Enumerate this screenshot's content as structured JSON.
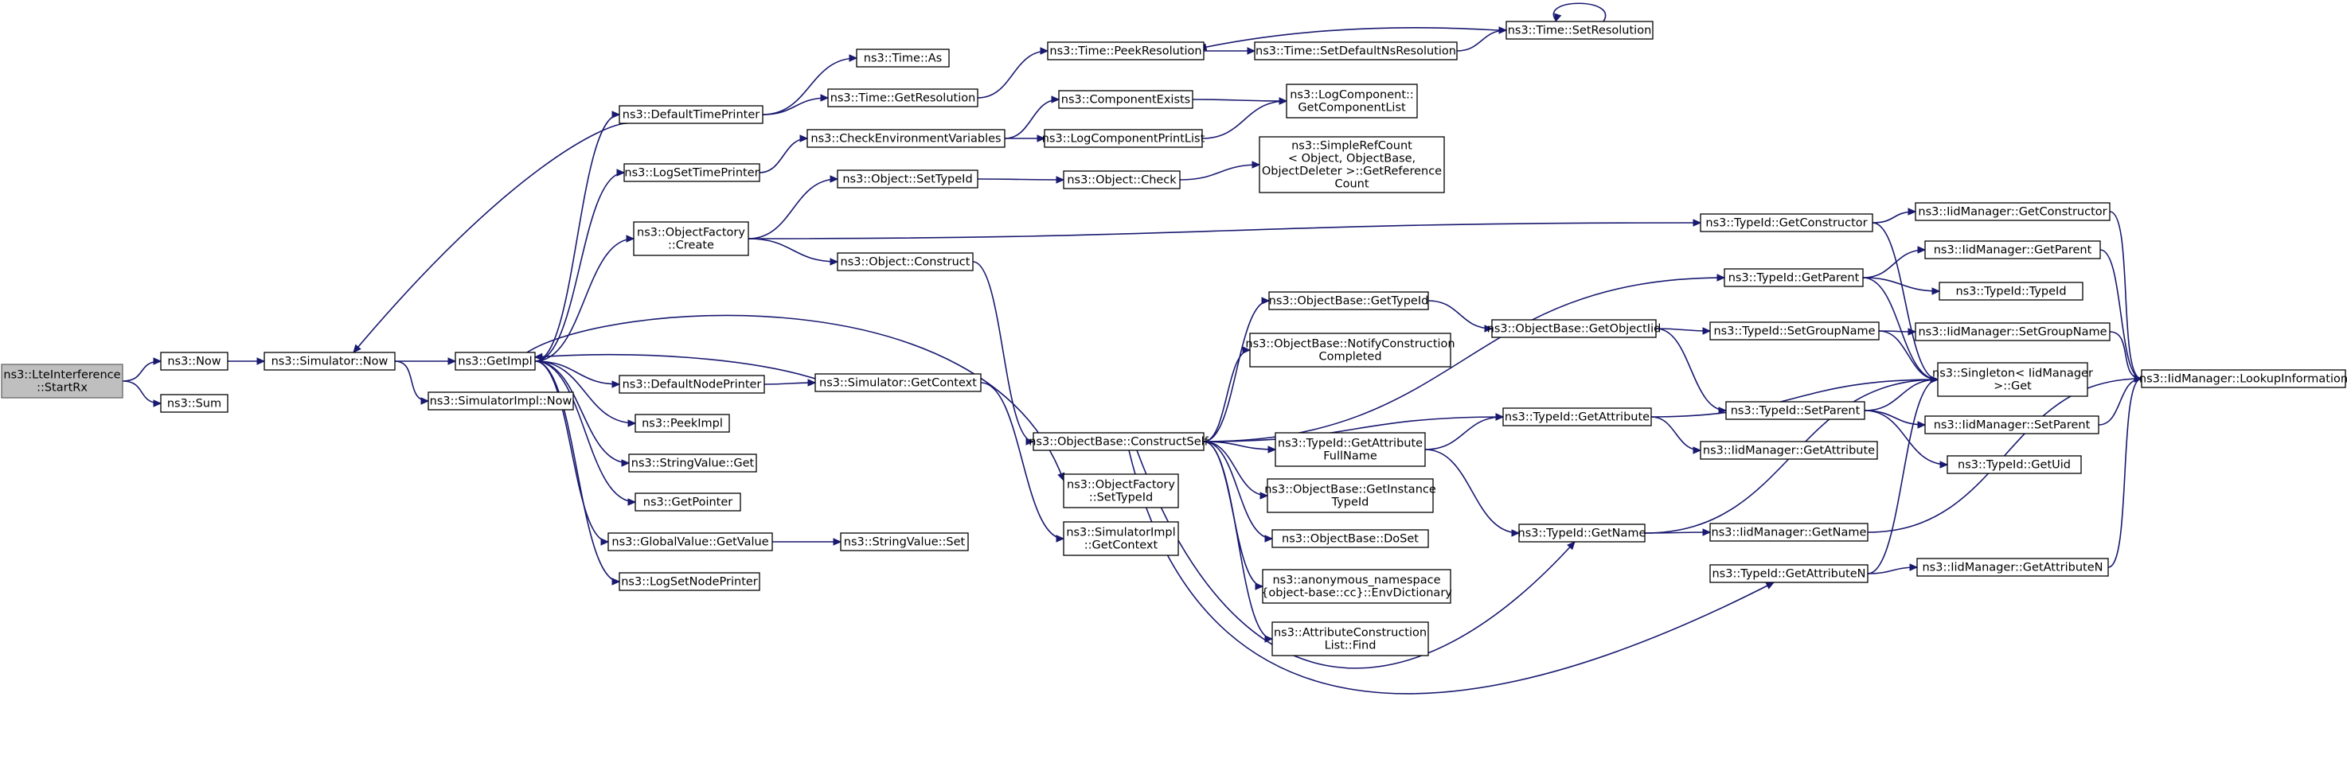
{
  "graph": {
    "kind": "doxygen-call-graph",
    "edge_color": "#191970",
    "root_fill": "#bfbfbf",
    "node_fill": "#ffffff",
    "nodes": [
      {
        "id": "startrx",
        "lines": [
          "ns3::LteInterference",
          "::StartRx"
        ],
        "root": true
      },
      {
        "id": "now",
        "lines": [
          "ns3::Now"
        ]
      },
      {
        "id": "sum",
        "lines": [
          "ns3::Sum"
        ]
      },
      {
        "id": "sim_now",
        "lines": [
          "ns3::Simulator::Now"
        ]
      },
      {
        "id": "getimpl",
        "lines": [
          "ns3::GetImpl"
        ]
      },
      {
        "id": "simimpl_now",
        "lines": [
          "ns3::SimulatorImpl::Now"
        ]
      },
      {
        "id": "defaulttimeprinter",
        "lines": [
          "ns3::DefaultTimePrinter"
        ]
      },
      {
        "id": "logsettimeprinter",
        "lines": [
          "ns3::LogSetTimePrinter"
        ]
      },
      {
        "id": "objfactory_create",
        "lines": [
          "ns3::ObjectFactory",
          "::Create"
        ]
      },
      {
        "id": "defaultnodeprinter",
        "lines": [
          "ns3::DefaultNodePrinter"
        ]
      },
      {
        "id": "peekimpl",
        "lines": [
          "ns3::PeekImpl"
        ]
      },
      {
        "id": "stringvalue_get",
        "lines": [
          "ns3::StringValue::Get"
        ]
      },
      {
        "id": "getpointer",
        "lines": [
          "ns3::GetPointer"
        ]
      },
      {
        "id": "globalvalue_getvalue",
        "lines": [
          "ns3::GlobalValue::GetValue"
        ]
      },
      {
        "id": "logsetnodeprinter",
        "lines": [
          "ns3::LogSetNodePrinter"
        ]
      },
      {
        "id": "time_as",
        "lines": [
          "ns3::Time::As"
        ]
      },
      {
        "id": "time_getresolution",
        "lines": [
          "ns3::Time::GetResolution"
        ]
      },
      {
        "id": "checkenv",
        "lines": [
          "ns3::CheckEnvironmentVariables"
        ]
      },
      {
        "id": "object_settypeid",
        "lines": [
          "ns3::Object::SetTypeId"
        ]
      },
      {
        "id": "object_construct",
        "lines": [
          "ns3::Object::Construct"
        ]
      },
      {
        "id": "sim_getcontext",
        "lines": [
          "ns3::Simulator::GetContext"
        ]
      },
      {
        "id": "stringvalue_set",
        "lines": [
          "ns3::StringValue::Set"
        ]
      },
      {
        "id": "time_peekresolution",
        "lines": [
          "ns3::Time::PeekResolution"
        ]
      },
      {
        "id": "componentexists",
        "lines": [
          "ns3::ComponentExists"
        ]
      },
      {
        "id": "logcomponentprintlist",
        "lines": [
          "ns3::LogComponentPrintList"
        ]
      },
      {
        "id": "object_check",
        "lines": [
          "ns3::Object::Check"
        ]
      },
      {
        "id": "objectbase_constructself",
        "lines": [
          "ns3::ObjectBase::ConstructSelf"
        ]
      },
      {
        "id": "objfactory_settypeid",
        "lines": [
          "ns3::ObjectFactory",
          "::SetTypeId"
        ]
      },
      {
        "id": "simimpl_getcontext",
        "lines": [
          "ns3::SimulatorImpl",
          "::GetContext"
        ]
      },
      {
        "id": "time_setdefaultnsres",
        "lines": [
          "ns3::Time::SetDefaultNsResolution"
        ]
      },
      {
        "id": "time_setresolution",
        "lines": [
          "ns3::Time::SetResolution"
        ]
      },
      {
        "id": "logcomponent_getlist",
        "lines": [
          "ns3::LogComponent::",
          "GetComponentList"
        ]
      },
      {
        "id": "simplerefcount",
        "lines": [
          "ns3::SimpleRefCount",
          "< Object, ObjectBase,",
          "ObjectDeleter >::GetReference",
          "Count"
        ]
      },
      {
        "id": "objectbase_gettypeid",
        "lines": [
          "ns3::ObjectBase::GetTypeId"
        ]
      },
      {
        "id": "objectbase_notify",
        "lines": [
          "ns3::ObjectBase::NotifyConstruction",
          "Completed"
        ]
      },
      {
        "id": "typeid_getattrfullname",
        "lines": [
          "ns3::TypeId::GetAttribute",
          "FullName"
        ]
      },
      {
        "id": "objectbase_getinstancetypeid",
        "lines": [
          "ns3::ObjectBase::GetInstance",
          "TypeId"
        ]
      },
      {
        "id": "objectbase_doset",
        "lines": [
          "ns3::ObjectBase::DoSet"
        ]
      },
      {
        "id": "envdictionary",
        "lines": [
          "ns3::anonymous_namespace",
          "{object-base::cc}::EnvDictionary"
        ]
      },
      {
        "id": "attrconstructionlist_find",
        "lines": [
          "ns3::AttributeConstruction",
          "List::Find"
        ]
      },
      {
        "id": "objectbase_getobjectiid",
        "lines": [
          "ns3::ObjectBase::GetObjectIid"
        ]
      },
      {
        "id": "typeid_getattribute",
        "lines": [
          "ns3::TypeId::GetAttribute"
        ]
      },
      {
        "id": "typeid_getname",
        "lines": [
          "ns3::TypeId::GetName"
        ]
      },
      {
        "id": "typeid_getconstructor",
        "lines": [
          "ns3::TypeId::GetConstructor"
        ]
      },
      {
        "id": "typeid_getparent",
        "lines": [
          "ns3::TypeId::GetParent"
        ]
      },
      {
        "id": "typeid_setgroupname",
        "lines": [
          "ns3::TypeId::SetGroupName"
        ]
      },
      {
        "id": "typeid_setparent",
        "lines": [
          "ns3::TypeId::SetParent"
        ]
      },
      {
        "id": "iidmanager_getattribute",
        "lines": [
          "ns3::IidManager::GetAttribute"
        ]
      },
      {
        "id": "iidmanager_getname",
        "lines": [
          "ns3::IidManager::GetName"
        ]
      },
      {
        "id": "typeid_getattributen",
        "lines": [
          "ns3::TypeId::GetAttributeN"
        ]
      },
      {
        "id": "iidmanager_getconstructor",
        "lines": [
          "ns3::IidManager::GetConstructor"
        ]
      },
      {
        "id": "iidmanager_getparent",
        "lines": [
          "ns3::IidManager::GetParent"
        ]
      },
      {
        "id": "typeid_typeid",
        "lines": [
          "ns3::TypeId::TypeId"
        ]
      },
      {
        "id": "iidmanager_setgroupname",
        "lines": [
          "ns3::IidManager::SetGroupName"
        ]
      },
      {
        "id": "singleton_get",
        "lines": [
          "ns3::Singleton< IidManager",
          ">::Get"
        ]
      },
      {
        "id": "iidmanager_setparent",
        "lines": [
          "ns3::IidManager::SetParent"
        ]
      },
      {
        "id": "typeid_getuid",
        "lines": [
          "ns3::TypeId::GetUid"
        ]
      },
      {
        "id": "iidmanager_getattributen",
        "lines": [
          "ns3::IidManager::GetAttributeN"
        ]
      },
      {
        "id": "iidmanager_lookupinfo",
        "lines": [
          "ns3::IidManager::LookupInformation"
        ]
      }
    ],
    "edges": [
      [
        "startrx",
        "now"
      ],
      [
        "startrx",
        "sum"
      ],
      [
        "now",
        "sim_now"
      ],
      [
        "sim_now",
        "getimpl"
      ],
      [
        "sim_now",
        "simimpl_now"
      ],
      [
        "getimpl",
        "defaulttimeprinter"
      ],
      [
        "getimpl",
        "logsettimeprinter"
      ],
      [
        "getimpl",
        "objfactory_create"
      ],
      [
        "getimpl",
        "defaultnodeprinter"
      ],
      [
        "getimpl",
        "peekimpl"
      ],
      [
        "getimpl",
        "stringvalue_get"
      ],
      [
        "getimpl",
        "getpointer"
      ],
      [
        "getimpl",
        "globalvalue_getvalue"
      ],
      [
        "getimpl",
        "logsetnodeprinter"
      ],
      [
        "getimpl",
        "objfactory_settypeid"
      ],
      [
        "defaulttimeprinter",
        "sim_now"
      ],
      [
        "defaulttimeprinter",
        "time_as"
      ],
      [
        "defaulttimeprinter",
        "time_getresolution"
      ],
      [
        "time_getresolution",
        "time_peekresolution"
      ],
      [
        "time_peekresolution",
        "time_setdefaultnsres"
      ],
      [
        "time_setdefaultnsres",
        "time_setresolution"
      ],
      [
        "time_setresolution",
        "time_peekresolution"
      ],
      [
        "time_setresolution",
        "time_setresolution"
      ],
      [
        "logsettimeprinter",
        "checkenv"
      ],
      [
        "checkenv",
        "componentexists"
      ],
      [
        "checkenv",
        "logcomponentprintlist"
      ],
      [
        "componentexists",
        "logcomponent_getlist"
      ],
      [
        "logcomponentprintlist",
        "logcomponent_getlist"
      ],
      [
        "objfactory_create",
        "object_settypeid"
      ],
      [
        "objfactory_create",
        "object_construct"
      ],
      [
        "objfactory_create",
        "typeid_getconstructor"
      ],
      [
        "object_settypeid",
        "object_check"
      ],
      [
        "object_check",
        "simplerefcount"
      ],
      [
        "object_construct",
        "objectbase_constructself"
      ],
      [
        "defaultnodeprinter",
        "sim_getcontext"
      ],
      [
        "sim_getcontext",
        "getimpl"
      ],
      [
        "sim_getcontext",
        "simimpl_getcontext"
      ],
      [
        "globalvalue_getvalue",
        "stringvalue_set"
      ],
      [
        "objectbase_constructself",
        "objectbase_gettypeid"
      ],
      [
        "objectbase_constructself",
        "objectbase_notify"
      ],
      [
        "objectbase_constructself",
        "typeid_getattrfullname"
      ],
      [
        "objectbase_constructself",
        "objectbase_getinstancetypeid"
      ],
      [
        "objectbase_constructself",
        "objectbase_doset"
      ],
      [
        "objectbase_constructself",
        "envdictionary"
      ],
      [
        "objectbase_constructself",
        "attrconstructionlist_find"
      ],
      [
        "objectbase_constructself",
        "typeid_getattribute"
      ],
      [
        "objectbase_constructself",
        "typeid_getparent"
      ],
      [
        "objectbase_constructself",
        "typeid_getname"
      ],
      [
        "objectbase_constructself",
        "typeid_getattributen"
      ],
      [
        "objectbase_gettypeid",
        "objectbase_getobjectiid"
      ],
      [
        "objectbase_getobjectiid",
        "typeid_setgroupname"
      ],
      [
        "objectbase_getobjectiid",
        "typeid_setparent"
      ],
      [
        "typeid_getattrfullname",
        "typeid_getattribute"
      ],
      [
        "typeid_getattrfullname",
        "typeid_getname"
      ],
      [
        "typeid_getattribute",
        "singleton_get"
      ],
      [
        "typeid_getattribute",
        "iidmanager_getattribute"
      ],
      [
        "typeid_getname",
        "singleton_get"
      ],
      [
        "typeid_getname",
        "iidmanager_getname"
      ],
      [
        "typeid_getattributen",
        "singleton_get"
      ],
      [
        "typeid_getattributen",
        "iidmanager_getattributen"
      ],
      [
        "typeid_getconstructor",
        "iidmanager_getconstructor"
      ],
      [
        "typeid_getconstructor",
        "singleton_get"
      ],
      [
        "typeid_getparent",
        "iidmanager_getparent"
      ],
      [
        "typeid_getparent",
        "typeid_typeid"
      ],
      [
        "typeid_getparent",
        "singleton_get"
      ],
      [
        "typeid_setgroupname",
        "iidmanager_setgroupname"
      ],
      [
        "typeid_setgroupname",
        "singleton_get"
      ],
      [
        "typeid_setparent",
        "singleton_get"
      ],
      [
        "typeid_setparent",
        "iidmanager_setparent"
      ],
      [
        "typeid_setparent",
        "typeid_getuid"
      ],
      [
        "iidmanager_getconstructor",
        "iidmanager_lookupinfo"
      ],
      [
        "iidmanager_getparent",
        "iidmanager_lookupinfo"
      ],
      [
        "iidmanager_setgroupname",
        "iidmanager_lookupinfo"
      ],
      [
        "iidmanager_setparent",
        "iidmanager_lookupinfo"
      ],
      [
        "iidmanager_getname",
        "iidmanager_lookupinfo"
      ],
      [
        "iidmanager_getattributen",
        "iidmanager_lookupinfo"
      ]
    ]
  }
}
